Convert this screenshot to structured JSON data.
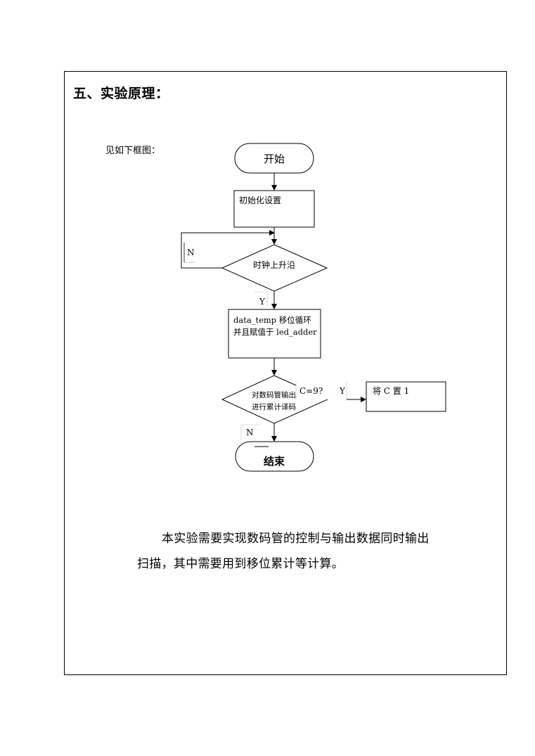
{
  "section": {
    "heading": "五、实验原理：",
    "intro": "见如下框图："
  },
  "flowchart": {
    "start": "开始",
    "init": "初始化设置",
    "clock_edge": "时钟上升沿",
    "clock_no": "N",
    "clock_yes": "Y",
    "shift_line1": "data_temp  移位循环",
    "shift_line2": "并且赋值于 led_adder",
    "decode_line1": "对数码管输出",
    "decode_line2": "进行累计译码",
    "cond": "C=9?",
    "cond_yes": "Y",
    "cond_no": "N",
    "set_c": "将 C 置 1",
    "end": "结束"
  },
  "paragraph": {
    "line1": "本实验需要实现数码管的控制与输出数据同时输出",
    "line2": "扫描，其中需要用到移位累计等计算。"
  }
}
